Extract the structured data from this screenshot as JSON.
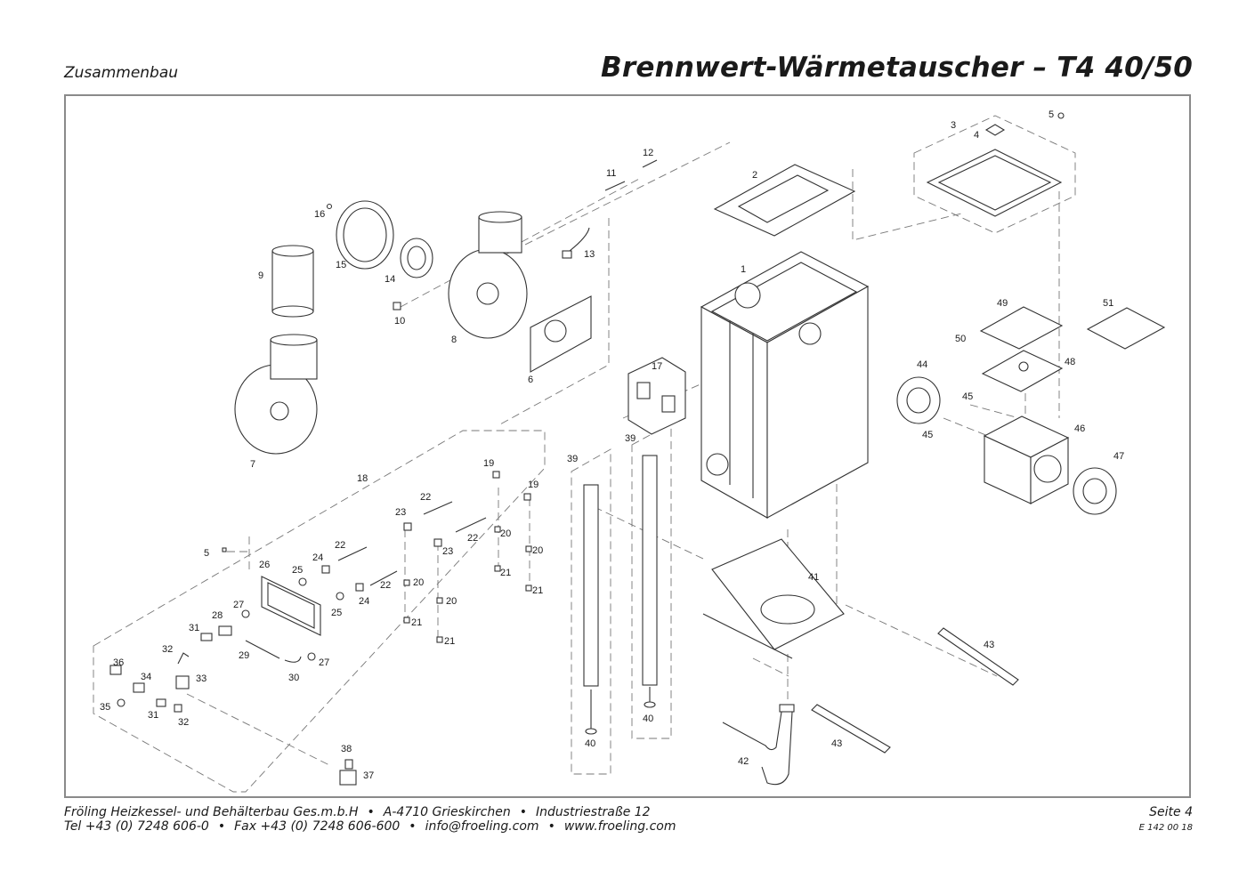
{
  "header": {
    "section": "Zusammenbau",
    "title": "Brennwert-Wärmetauscher – T4 40/50"
  },
  "footer": {
    "company": "Fröling Heizkessel- und Behälterbau Ges.m.b.H",
    "address": "A-4710 Grieskirchen",
    "street": "Industriestraße 12",
    "tel": "Tel +43 (0) 7248 606-0",
    "fax": "Fax +43 (0) 7248 606-600",
    "email": "info@froeling.com",
    "web": "www.froeling.com",
    "bullet": "•",
    "page": "Seite 4",
    "doc_number": "E 142 00 18"
  },
  "parts": {
    "p1": "1",
    "p2": "2",
    "p3": "3",
    "p4": "4",
    "p5a": "5",
    "p5b": "5",
    "p6": "6",
    "p7": "7",
    "p8": "8",
    "p9": "9",
    "p10": "10",
    "p11": "11",
    "p12": "12",
    "p13": "13",
    "p14": "14",
    "p15": "15",
    "p16": "16",
    "p17": "17",
    "p18": "18",
    "p19a": "19",
    "p19b": "19",
    "p20a": "20",
    "p20b": "20",
    "p20c": "20",
    "p20d": "20",
    "p21a": "21",
    "p21b": "21",
    "p21c": "21",
    "p21d": "21",
    "p21e": "21",
    "p22a": "22",
    "p22b": "22",
    "p22c": "22",
    "p22d": "22",
    "p23a": "23",
    "p23b": "23",
    "p24a": "24",
    "p24b": "24",
    "p25a": "25",
    "p25b": "25",
    "p26": "26",
    "p27a": "27",
    "p27b": "27",
    "p28": "28",
    "p29": "29",
    "p30": "30",
    "p31a": "31",
    "p31b": "31",
    "p32a": "32",
    "p32b": "32",
    "p33": "33",
    "p34": "34",
    "p35": "35",
    "p36": "36",
    "p37": "37",
    "p38": "38",
    "p39a": "39",
    "p39b": "39",
    "p40a": "40",
    "p40b": "40",
    "p41": "41",
    "p42": "42",
    "p43a": "43",
    "p43b": "43",
    "p44": "44",
    "p45a": "45",
    "p45b": "45",
    "p46": "46",
    "p47": "47",
    "p48": "48",
    "p49": "49",
    "p50": "50",
    "p51": "51"
  }
}
